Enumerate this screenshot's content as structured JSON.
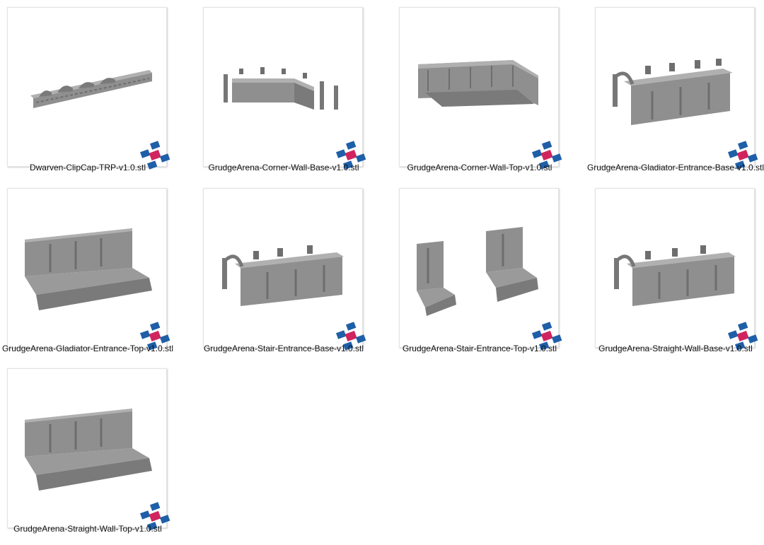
{
  "files": [
    {
      "name": "Dwarven-ClipCap-TRP-v1.0.stl",
      "icon": "clipcap-model-icon"
    },
    {
      "name": "GrudgeArena-Corner-Wall-Base-v1.0.stl",
      "icon": "corner-wall-base-model-icon"
    },
    {
      "name": "GrudgeArena-Corner-Wall-Top-v1.0.stl",
      "icon": "corner-wall-top-model-icon"
    },
    {
      "name": "GrudgeArena-Gladiator-Entrance-Base-v1.0.stl",
      "icon": "gladiator-entrance-base-model-icon"
    },
    {
      "name": "GrudgeArena-Gladiator-Entrance-Top-v1.0.stl",
      "icon": "gladiator-entrance-top-model-icon"
    },
    {
      "name": "GrudgeArena-Stair-Entrance-Base-v1.0.stl",
      "icon": "stair-entrance-base-model-icon"
    },
    {
      "name": "GrudgeArena-Stair-Entrance-Top-v1.0.stl",
      "icon": "stair-entrance-top-model-icon"
    },
    {
      "name": "GrudgeArena-Straight-Wall-Base-v1.0.stl",
      "icon": "straight-wall-base-model-icon"
    },
    {
      "name": "GrudgeArena-Straight-Wall-Top-v1.0.stl",
      "icon": "straight-wall-top-model-icon"
    }
  ],
  "colors": {
    "model_fill": "#8f8f8f",
    "model_dark": "#6e6e6e",
    "model_light": "#b0b0b0",
    "badge_blue": "#1f5fa8",
    "badge_pink": "#d0245e"
  }
}
